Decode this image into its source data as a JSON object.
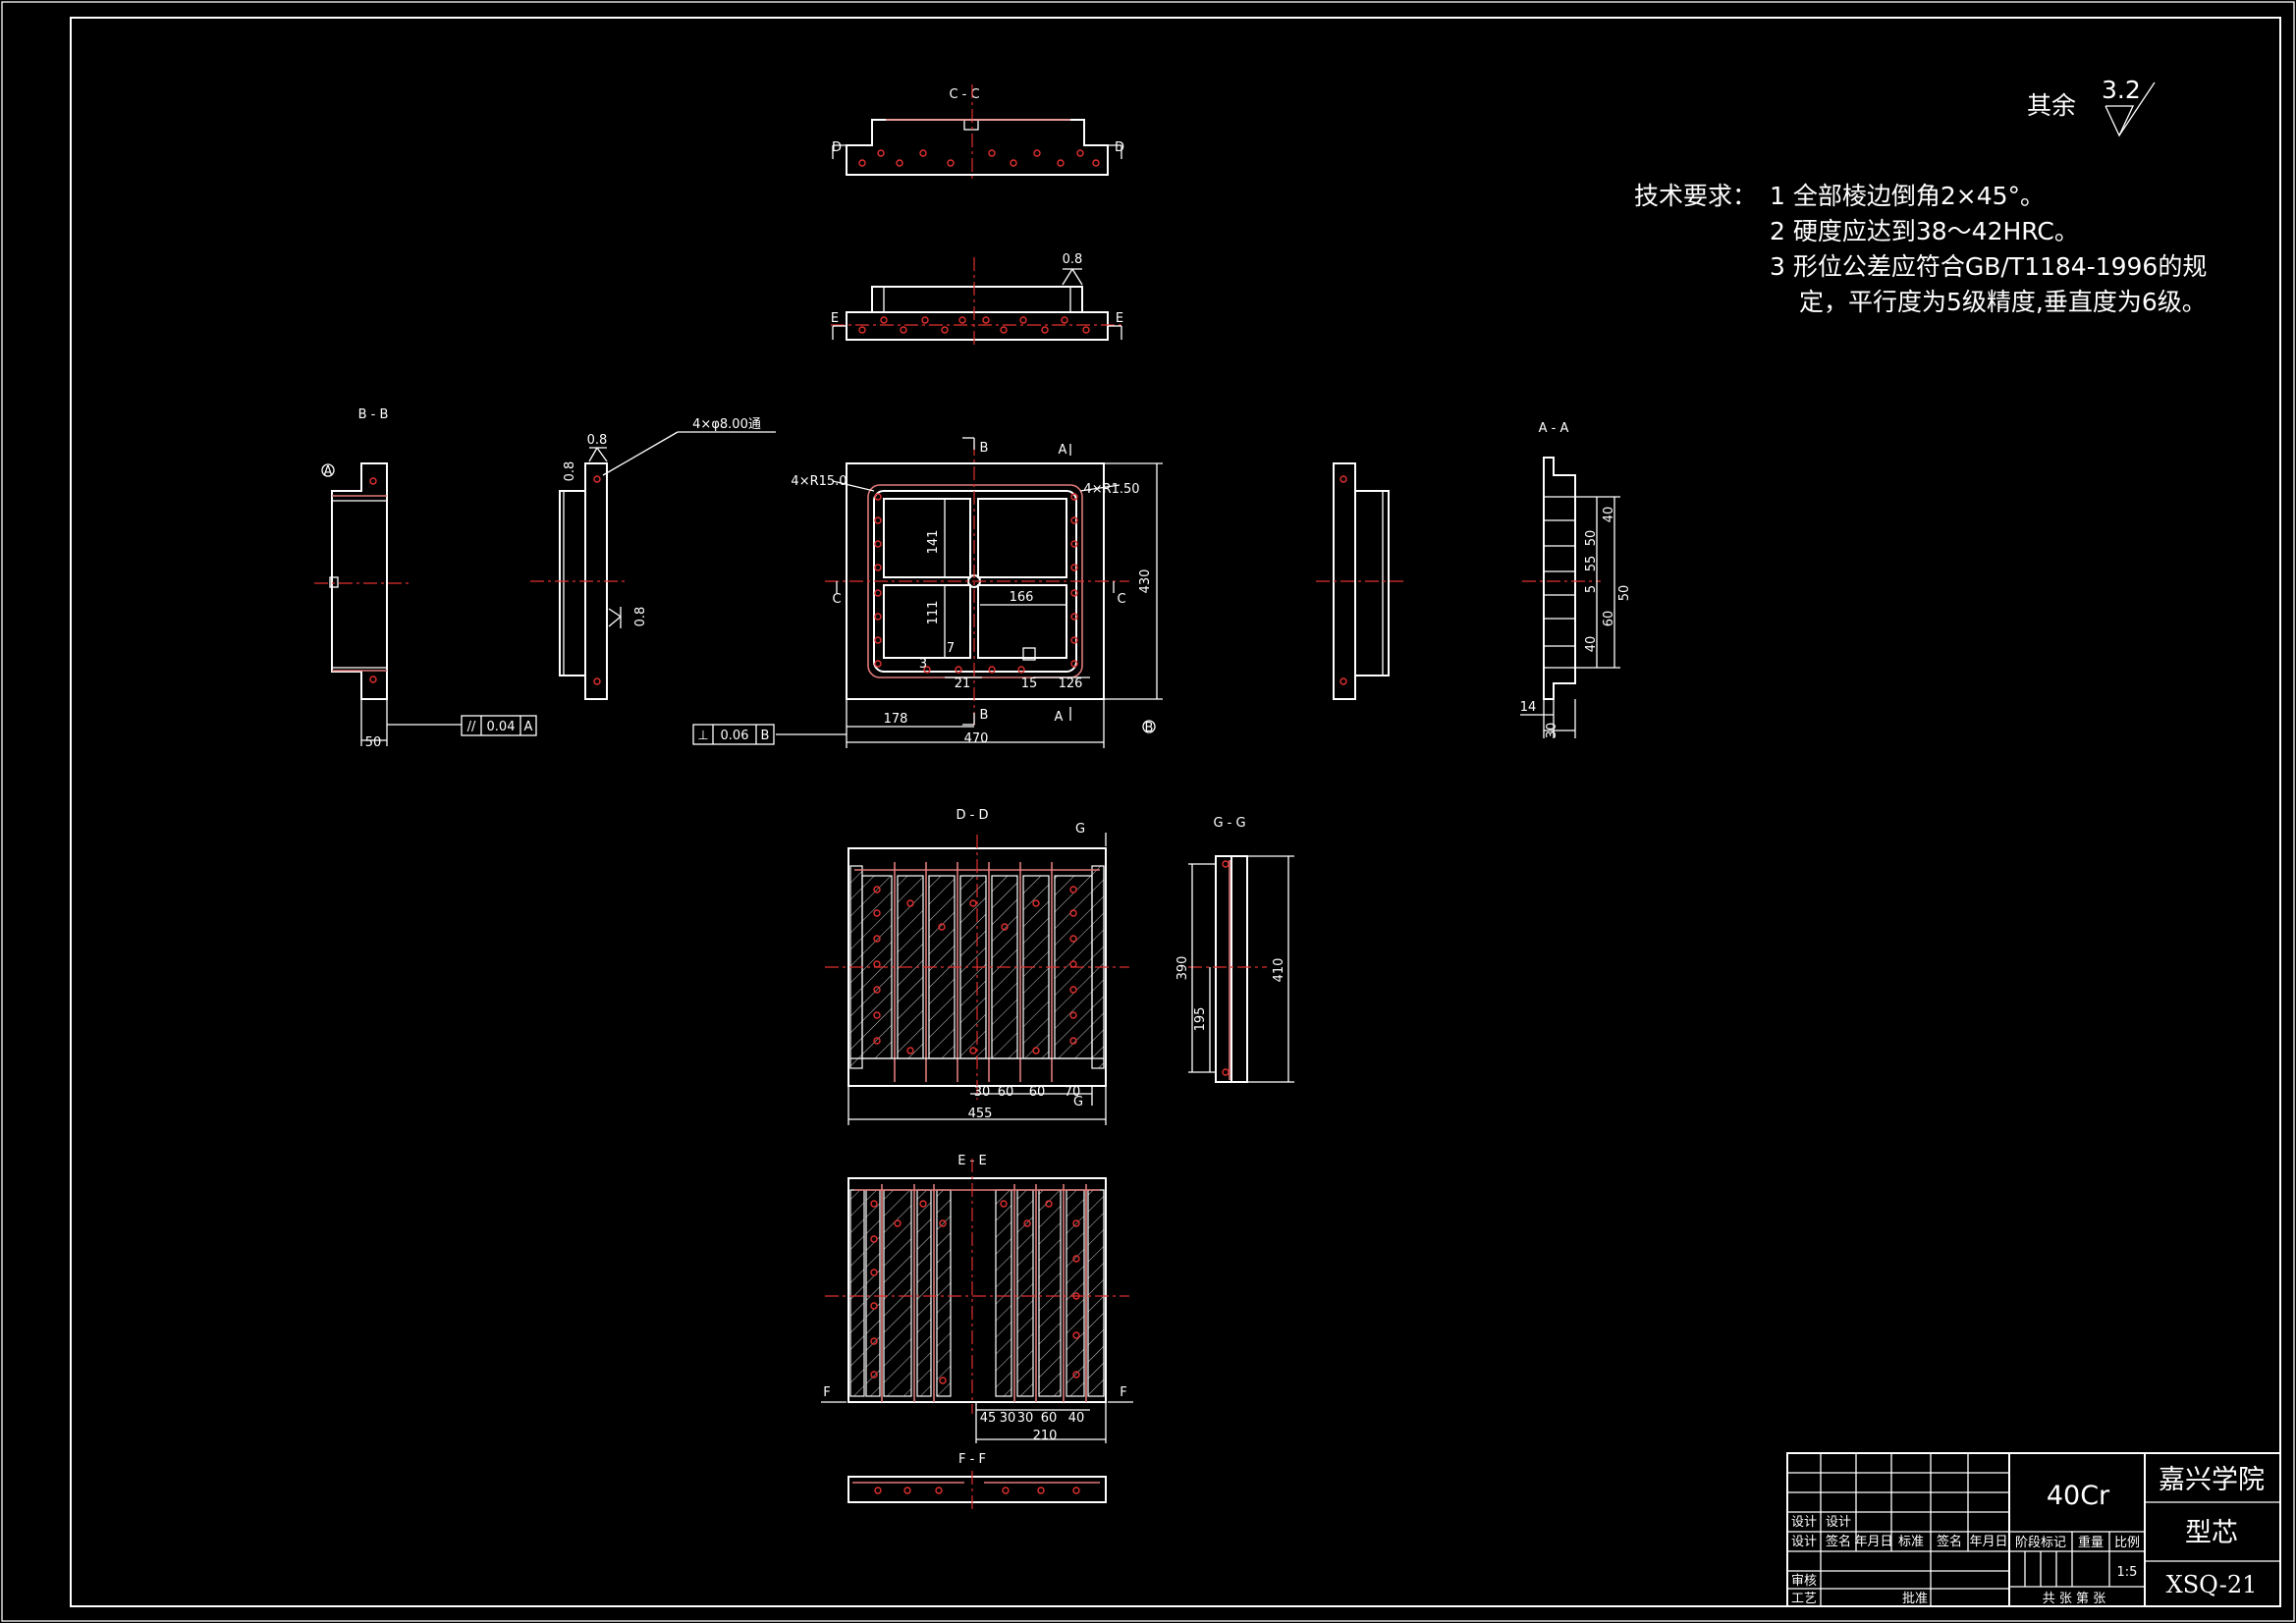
{
  "roughness": {
    "label": "其余",
    "value": "3.2"
  },
  "requirements": {
    "heading": "技术要求：",
    "items": [
      "1 全部棱边倒角2×45°。",
      "2 硬度应达到38～42HRC。",
      "3 形位公差应符合GB/T1184-1996的规",
      "定，平行度为5级精度,垂直度为6级。"
    ]
  },
  "sections": {
    "cc": "C - C",
    "bb": "B - B",
    "aa": "A - A",
    "dd": "D - D",
    "gg": "G - G",
    "ee": "E - E",
    "ff": "F - F"
  },
  "letters": {
    "a": "A",
    "b": "B",
    "c": "C",
    "d": "D",
    "e": "E",
    "f": "F",
    "g": "G"
  },
  "callouts": {
    "holes": "4×φ8.00通",
    "r15": "4×R15.0",
    "r150": "4×R1.50",
    "rough08": "0.8",
    "parallel": "0.04",
    "perp": "0.06",
    "par_sym": "//",
    "perp_sym": "⊥"
  },
  "dims": {
    "d141": "141",
    "d111": "111",
    "d166": "166",
    "d430": "430",
    "d178": "178",
    "d470": "470",
    "d21": "21",
    "d15": "15",
    "d126": "126",
    "d7": "7",
    "d3": "3",
    "d50": "50",
    "d40a": "40",
    "d50b": "50",
    "d55": "55",
    "d5": "5",
    "d50c": "50",
    "d60": "60",
    "d40b": "40",
    "d14": "14",
    "d30": "30",
    "d390": "390",
    "d195": "195",
    "d410": "410",
    "d455": "455",
    "dd30": "30",
    "dd60a": "60",
    "dd60b": "60",
    "dd70": "70",
    "ee45": "45",
    "ee30a": "30",
    "ee30b": "30",
    "ee60": "60",
    "ee40": "40",
    "ee210": "210"
  },
  "title_block": {
    "material": "40Cr",
    "school": "嘉兴学院",
    "part": "型芯",
    "drawing_no": "XSQ-21",
    "scale": "1:5",
    "design1": "设计",
    "design2": "设计",
    "row_labels": [
      "设计",
      "签名",
      "年月日",
      "标准",
      "签名",
      "年月日"
    ],
    "stage": "阶段标记",
    "weight": "重量",
    "ratio": "比例",
    "review": "审核",
    "craft": "工艺",
    "approve": "批准",
    "sheets": "共  张    第  张"
  }
}
